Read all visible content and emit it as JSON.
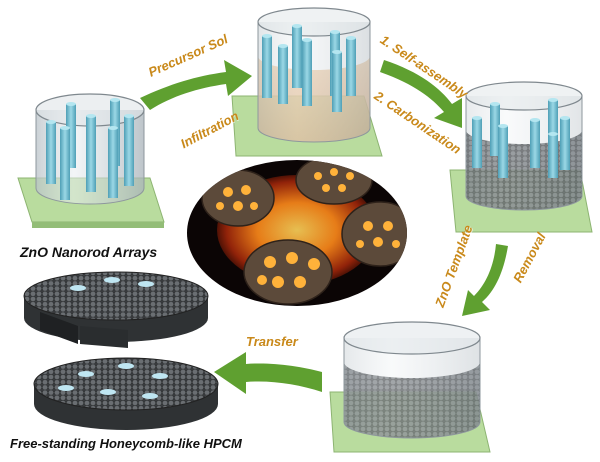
{
  "labels": {
    "precursor_sol": "Precursor Sol",
    "infiltration": "Infiltration",
    "self_assembly": "1. Self-assembly",
    "carbonization": "2. Carbonization",
    "zno_template": "ZnO Template",
    "removal": "Removal",
    "transfer": "Transfer",
    "zno_nanorod_arrays": "ZnO Nanorod Arrays",
    "free_standing": "Free-standing Honeycomb-like HPCM"
  },
  "colors": {
    "arrow": "#5fa030",
    "step_text": "#c9891a",
    "rod": "#7cc6d8",
    "base": "#b9dc9e",
    "glow": "#ff8a1a"
  },
  "icons": {
    "beaker": "glass-beaker-icon",
    "arrow": "green-curved-arrow-icon",
    "photo": "glowing-carbon-discs-photo"
  }
}
